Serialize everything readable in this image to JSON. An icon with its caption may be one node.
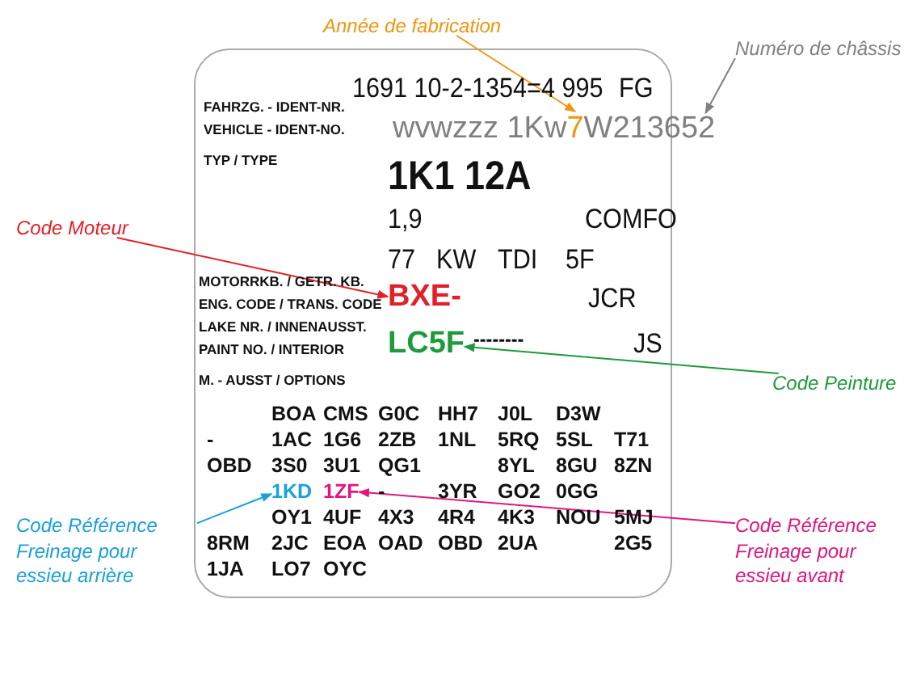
{
  "diagram": {
    "nodes": [
      {
        "text": [
          "Année de fabrication"
        ]
      },
      {
        "text": [
          "Numéro de châssis"
        ]
      },
      {
        "text": [
          "Code Moteur"
        ]
      },
      {
        "text": [
          "Code Peinture"
        ]
      },
      {
        "text": [
          "Code Référence Freinage pour essieu arrière"
        ]
      },
      {
        "text": [
          "Code Référence Freinage pour essieu avant"
        ]
      },
      {
        "text": [
          "wvwzzz 1Kw",
          "W213652"
        ]
      },
      {
        "text": [
          "7"
        ],
        "in": 6
      },
      {
        "text": [
          "BXE-"
        ]
      },
      {
        "text": [
          "LC5F"
        ]
      },
      {
        "text": [
          "1KD"
        ]
      },
      {
        "text": [
          "1ZF"
        ]
      }
    ],
    "edges": [
      {
        "from": 0,
        "to": 7,
        "arrow": "to",
        "color": "#f0950f"
      },
      {
        "from": 1,
        "to": 6,
        "arrow": "to",
        "color": "#808080"
      },
      {
        "from": 2,
        "to": 8,
        "arrow": "to",
        "color": "#e2202a"
      },
      {
        "from": 3,
        "to": 9,
        "arrow": "to",
        "color": "#1e9a3c"
      },
      {
        "from": 4,
        "to": 10,
        "arrow": "to",
        "color": "#1aa0dc"
      },
      {
        "from": 5,
        "to": 11,
        "arrow": "to",
        "color": "#e0177d"
      }
    ],
    "labels": [
      "FAHRZG. - IDENT-NR.",
      "VEHICLE - IDENT-NO.",
      "1691 10-2-1354=4 995",
      "FG",
      "TYP / TYPE",
      "1K1 12A",
      "1,9",
      "COMFO",
      "77",
      "KW",
      "TDI",
      "5F",
      "MOTORRKB. / GETR. KB.",
      "ENG. CODE / TRANS. CODE",
      "LAKE NR. / INNENAUSST.",
      "PAINT NO. / INTERIOR",
      "JCR",
      "--------",
      "JS",
      "M. - AUSST / OPTIONS",
      "BOA",
      "CMS",
      "G0C",
      "HH7",
      "J0L",
      "D3W",
      "-",
      "1AC",
      "1G6",
      "2ZB",
      "1NL",
      "5RQ",
      "5SL",
      "T71",
      "OBD",
      "3S0",
      "3U1",
      "QG1",
      "8YL",
      "8GU",
      "8ZN",
      "-",
      "3YR",
      "GO2",
      "0GG",
      "OY1",
      "4UF",
      "4X3",
      "4R4",
      "4K3",
      "NOU",
      "5MJ",
      "8RM",
      "2JC",
      "EOA",
      "OAD",
      "OBD",
      "2UA",
      "2G5",
      "1JA",
      "LO7",
      "OYC"
    ]
  }
}
